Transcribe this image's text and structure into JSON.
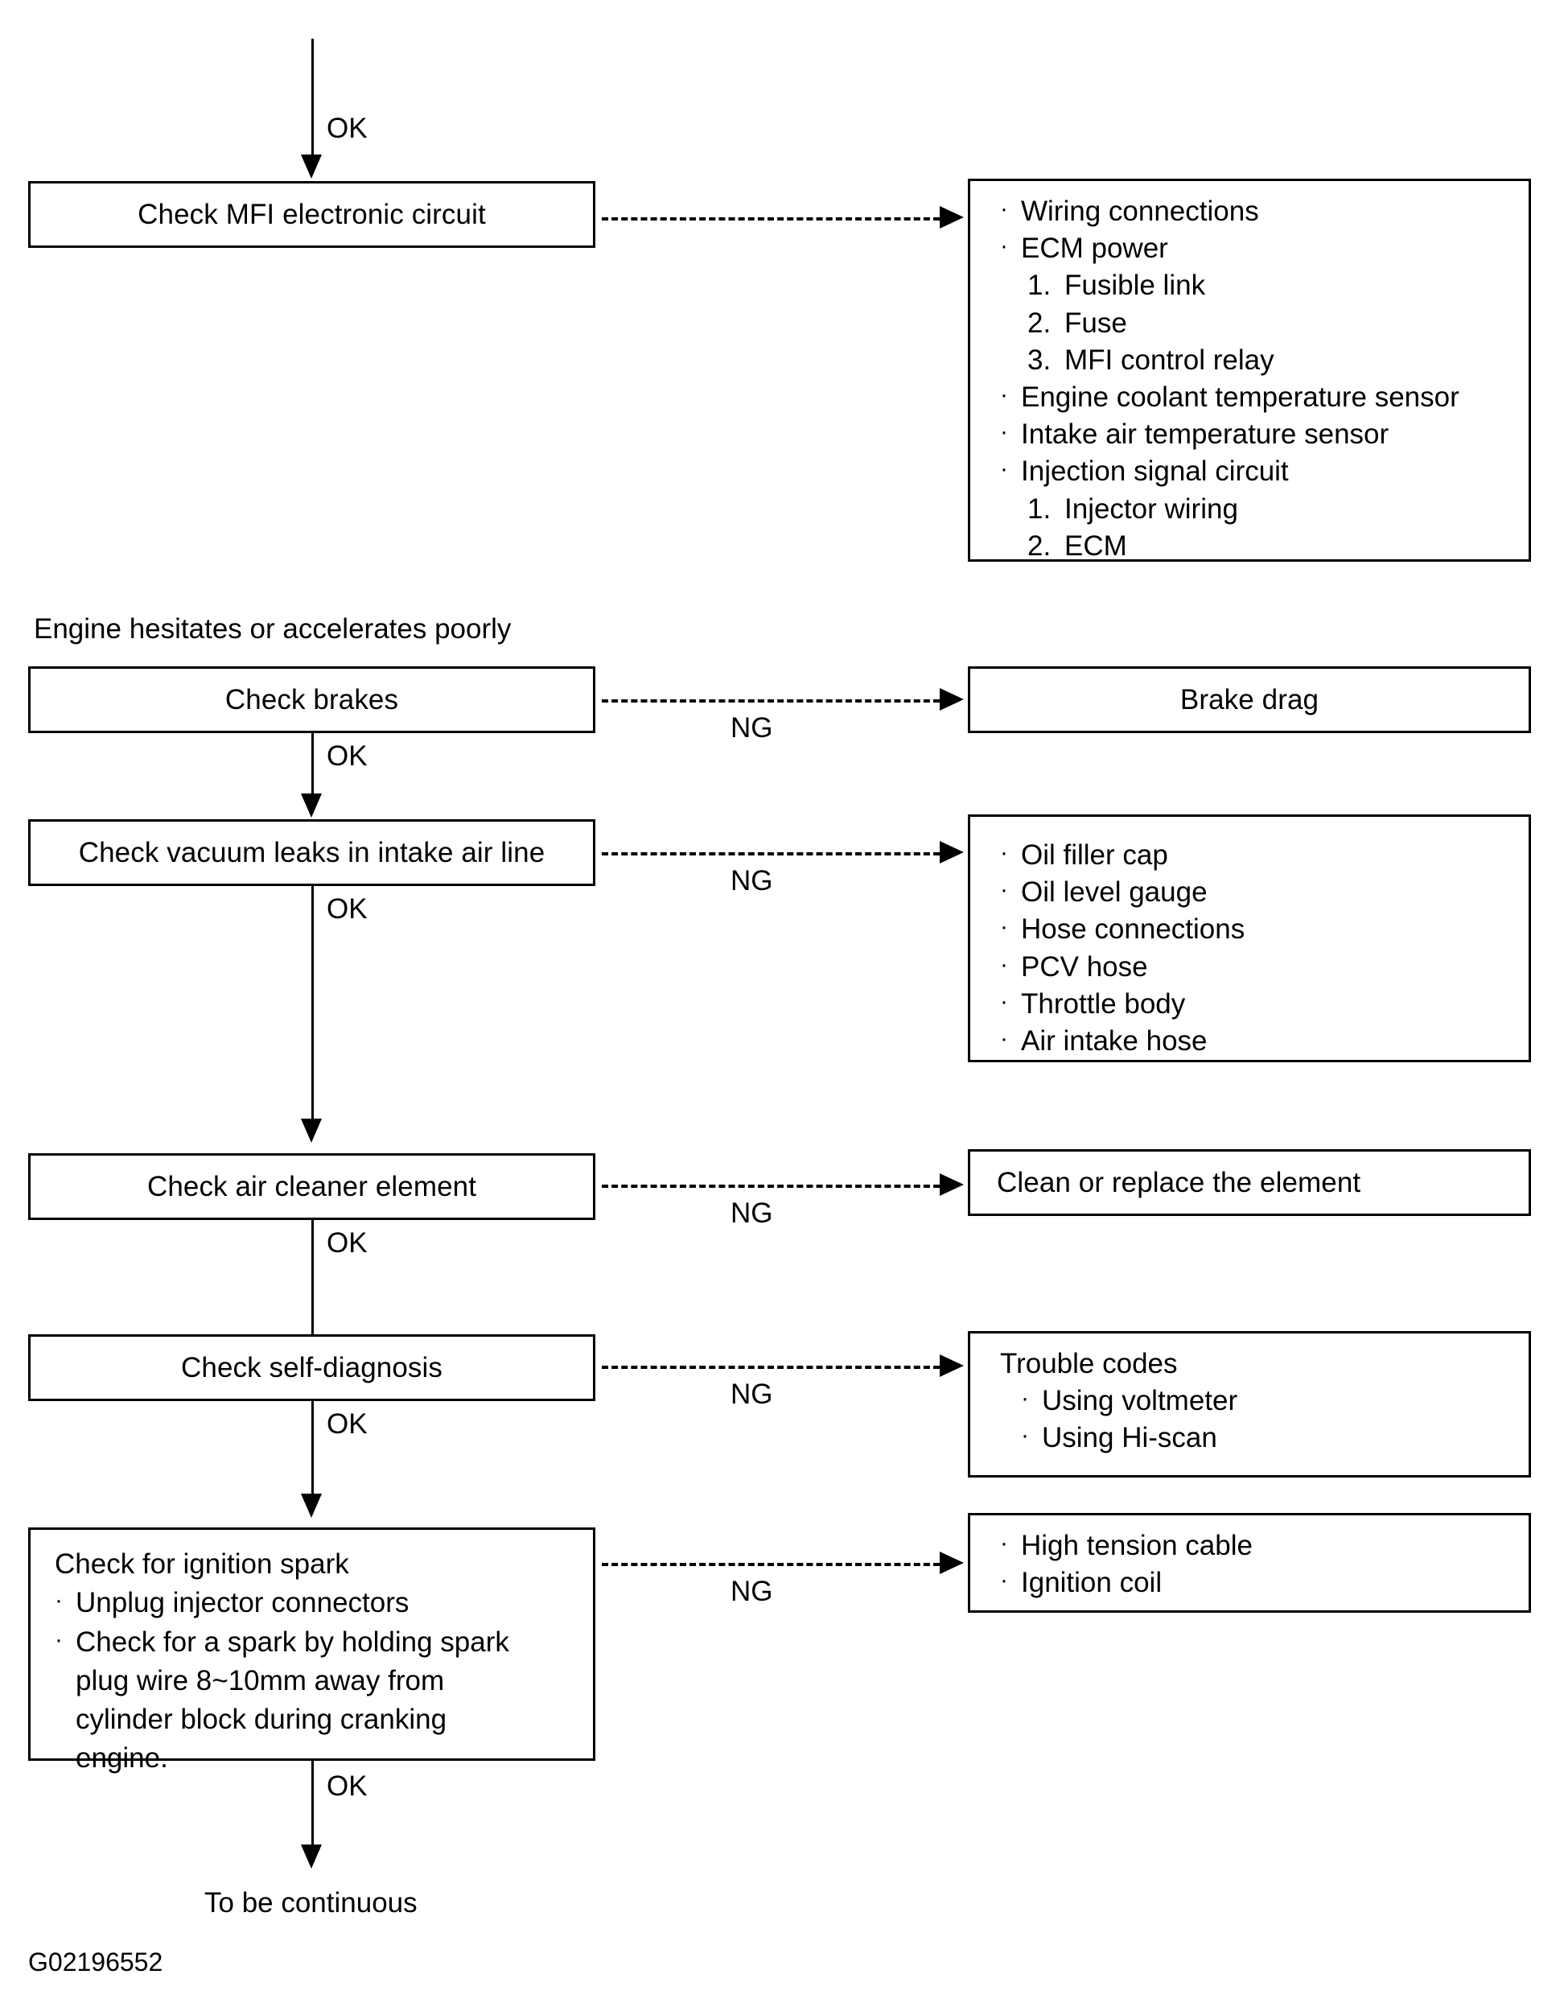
{
  "diagram": {
    "title_section": "Engine hesitates or accelerates poorly",
    "footer_code": "G02196552",
    "end_label": "To be continuous",
    "labels": {
      "ok": "OK",
      "ng": "NG"
    }
  },
  "nodes": {
    "mfi_check": {
      "label": "Check MFI electronic circuit"
    },
    "mfi_list": {
      "items": [
        {
          "marker": "bullet",
          "text": "Wiring connections"
        },
        {
          "marker": "bullet",
          "text": "ECM power"
        },
        {
          "marker": "1.",
          "text": "Fusible link",
          "level": 2
        },
        {
          "marker": "2.",
          "text": "Fuse",
          "level": 2
        },
        {
          "marker": "3.",
          "text": "MFI control relay",
          "level": 2
        },
        {
          "marker": "bullet",
          "text": "Engine coolant temperature sensor"
        },
        {
          "marker": "bullet",
          "text": "Intake air temperature sensor"
        },
        {
          "marker": "bullet",
          "text": "Injection signal circuit"
        },
        {
          "marker": "1.",
          "text": "Injector wiring",
          "level": 2
        },
        {
          "marker": "2.",
          "text": "ECM",
          "level": 2
        }
      ]
    },
    "brakes_check": {
      "label": "Check brakes"
    },
    "brake_drag": {
      "label": "Brake drag"
    },
    "vacuum_check": {
      "label": "Check vacuum leaks in intake air line"
    },
    "vacuum_list": {
      "items": [
        {
          "marker": "bullet",
          "text": "Oil filler cap"
        },
        {
          "marker": "bullet",
          "text": "Oil level gauge"
        },
        {
          "marker": "bullet",
          "text": "Hose connections"
        },
        {
          "marker": "bullet",
          "text": "PCV hose"
        },
        {
          "marker": "bullet",
          "text": "Throttle body"
        },
        {
          "marker": "bullet",
          "text": "Air intake hose"
        }
      ]
    },
    "air_cleaner_check": {
      "label": "Check air cleaner element"
    },
    "air_cleaner_action": {
      "label": "Clean or replace the element"
    },
    "self_diagnosis_check": {
      "label": "Check self-diagnosis"
    },
    "trouble_codes": {
      "header": "Trouble codes",
      "items": [
        {
          "marker": "bullet",
          "text": "Using voltmeter"
        },
        {
          "marker": "bullet",
          "text": "Using Hi-scan"
        }
      ]
    },
    "ignition_check": {
      "header": "Check for ignition spark",
      "items": [
        {
          "marker": "bullet",
          "text": "Unplug injector connectors"
        },
        {
          "marker": "bullet",
          "text": "Check for a spark by holding spark plug wire 8~10mm away from cylinder block during cranking engine."
        }
      ]
    },
    "ignition_list": {
      "items": [
        {
          "marker": "bullet",
          "text": "High tension cable"
        },
        {
          "marker": "bullet",
          "text": "Ignition coil"
        }
      ]
    }
  }
}
